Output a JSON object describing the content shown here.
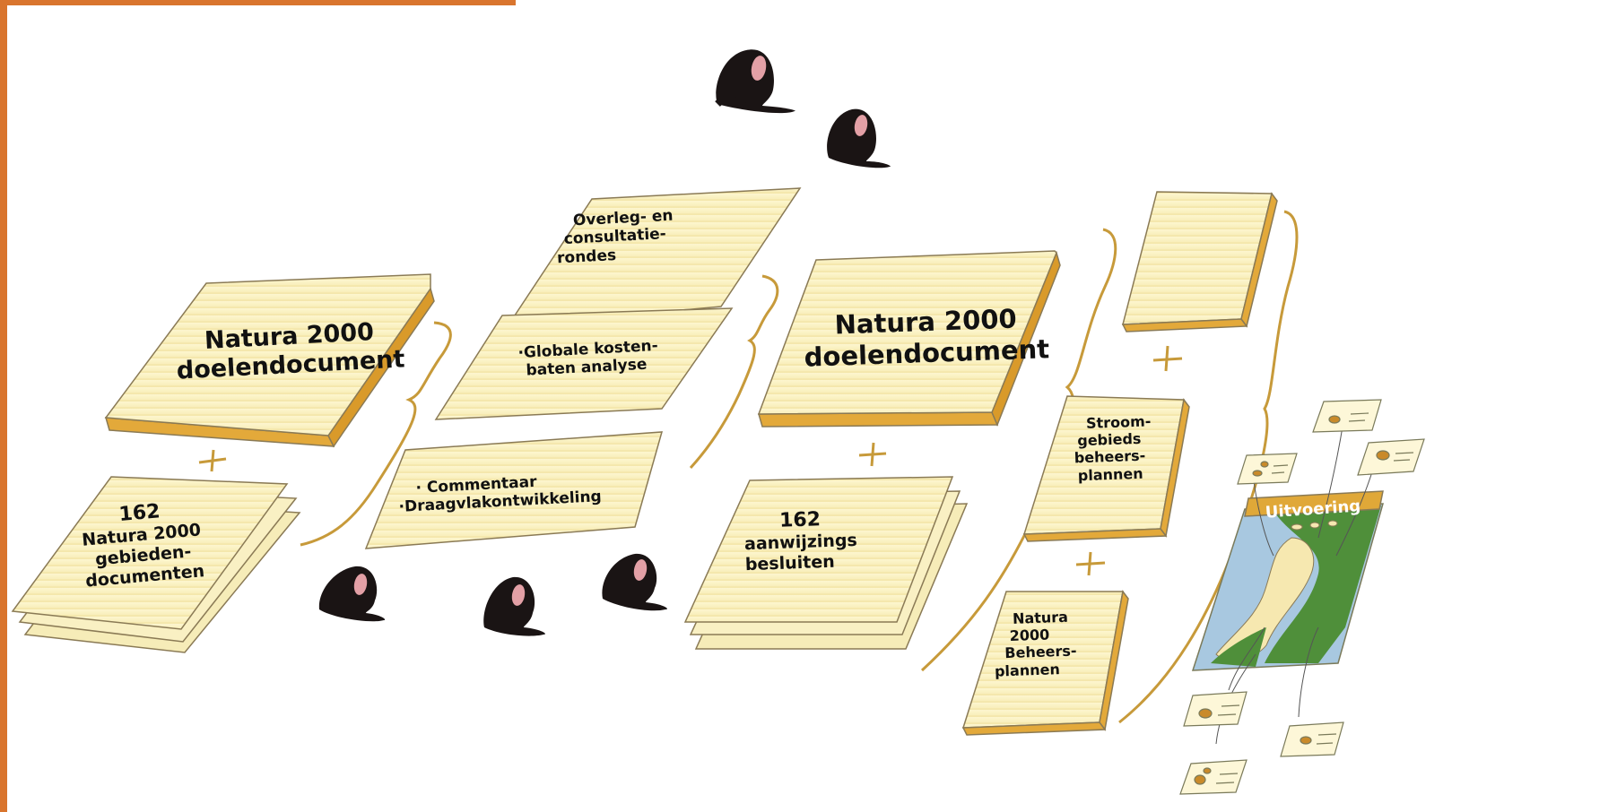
{
  "frame": {
    "border_color": "#d9752e"
  },
  "colors": {
    "paper": "#fbf3c2",
    "paper_edge": "#e8b23a",
    "paper_shadow": "#d99a2a",
    "outline": "#8a7a55",
    "brace": "#c79a3a",
    "person": "#1a1414",
    "face": "#e3a0a6",
    "map_sea": "#a8c8e0",
    "map_land_green": "#4f8f3a",
    "map_land_cream": "#f6e8b0",
    "banner": "#e0a838"
  },
  "diagram": {
    "doc_left": {
      "line1": "Natura 2000",
      "line2": "doelendocument"
    },
    "plus_symbol": "+",
    "gebieden": {
      "line1": "162",
      "line2": "Natura 2000",
      "line3": "gebieden-",
      "line4": "documenten"
    },
    "overleg": {
      "line1": "Overleg- en",
      "line2": "consultatie-",
      "line3": "rondes"
    },
    "globale": {
      "line1": "·Globale kosten-",
      "line2": "baten analyse"
    },
    "commentaar": {
      "line1": "·  Commentaar",
      "line2": "·Draagvlakontwikkeling"
    },
    "doc_right": {
      "line1": "Natura 2000",
      "line2": "doelendocument"
    },
    "besluiten": {
      "line1": "162",
      "line2": "aanwijzings",
      "line3": "besluiten"
    },
    "stroom": {
      "line1": "Stroom-",
      "line2": "gebieds",
      "line3": "beheers-",
      "line4": "plannen"
    },
    "beheer": {
      "line1": "Natura",
      "line2": "2000",
      "line3": "Beheers-",
      "line4": "plannen"
    },
    "uitvoering": "Uitvoering"
  },
  "icons": [
    "person-icon",
    "book-icon",
    "paper-stack-icon",
    "brace-icon",
    "map-icon",
    "mini-card-icon"
  ]
}
